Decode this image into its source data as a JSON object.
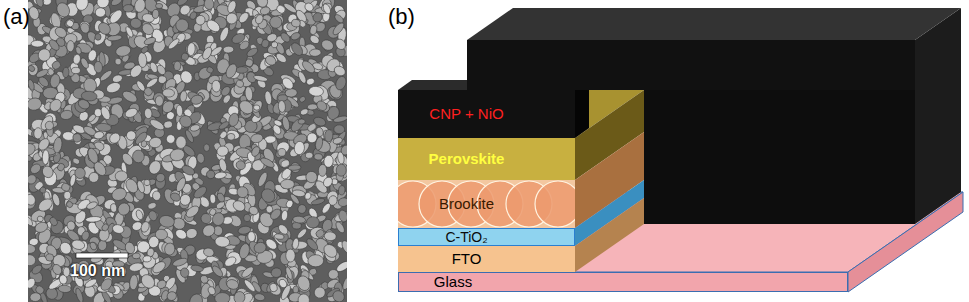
{
  "diagram": {
    "nodes": [
      {
        "text": [
          "CNP + NiO"
        ]
      },
      {
        "text": [
          "Perovskite"
        ]
      },
      {
        "text": [
          "Brookite"
        ]
      },
      {
        "text": [
          "C-TiO₂"
        ]
      },
      {
        "text": [
          "FTO"
        ]
      },
      {
        "text": [
          "Glass"
        ]
      }
    ],
    "labels": [
      "(a)",
      "100 nm",
      "(b)"
    ]
  }
}
